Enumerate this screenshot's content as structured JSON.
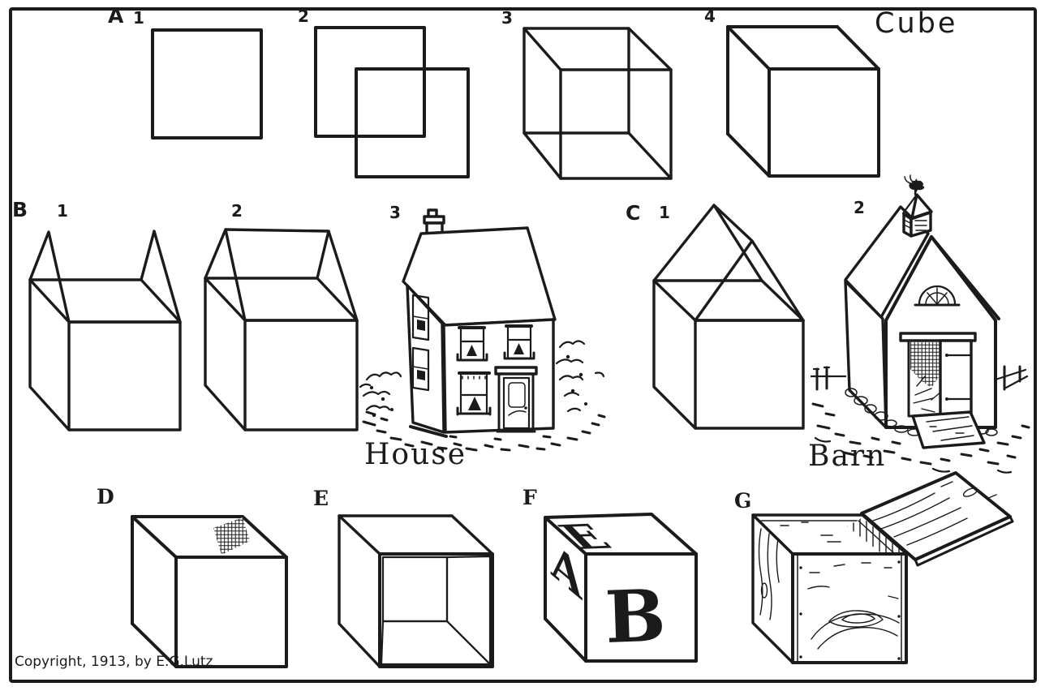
{
  "page": {
    "copyright": "Copyright, 1913, by E.G.Lutz",
    "ink_color": "#1b1b1b",
    "paper_color": "#ffffff"
  },
  "sections": {
    "cube": {
      "letter": "A",
      "step1": "1",
      "step2": "2",
      "step3": "3",
      "step4": "4",
      "caption": "Cube"
    },
    "house": {
      "letter": "B",
      "step1": "1",
      "step2": "2",
      "step3": "3",
      "caption": "House"
    },
    "barn": {
      "letter": "C",
      "step1": "1",
      "step2": "2",
      "caption": "Barn"
    },
    "open_box": {
      "letter": "D"
    },
    "hollow_box": {
      "letter": "E"
    },
    "alphabet_block": {
      "letter": "F",
      "faces": {
        "top": "E",
        "left": "A",
        "front": "B"
      }
    },
    "crate": {
      "letter": "G"
    }
  }
}
